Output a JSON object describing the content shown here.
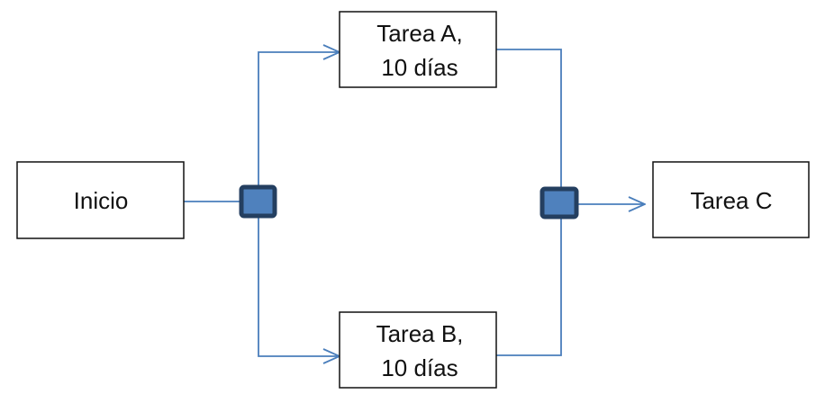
{
  "diagram": {
    "nodes": {
      "inicio": {
        "label": "Inicio"
      },
      "tarea_a": {
        "line1": "Tarea A,",
        "line2": "10 días"
      },
      "tarea_b": {
        "line1": "Tarea B,",
        "line2": "10 días"
      },
      "tarea_c": {
        "label": "Tarea C"
      }
    },
    "colors": {
      "connector": "#4a7ebb",
      "junction_fill": "#4f81bd",
      "junction_stroke": "#243f60",
      "box_stroke": "#111111"
    }
  }
}
